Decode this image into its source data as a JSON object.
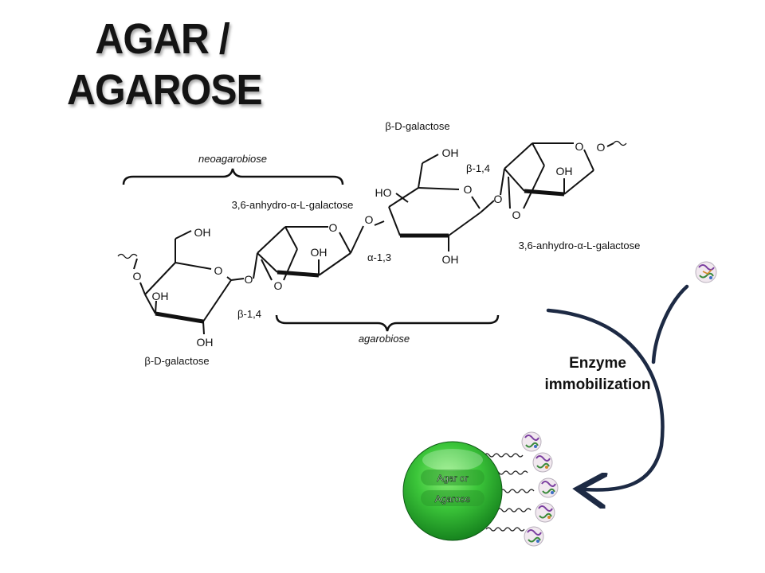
{
  "title": {
    "line1": "AGAR /",
    "line2": "AGAROSE"
  },
  "structure": {
    "neoagarobiose": "neoagarobiose",
    "agarobiose": "agarobiose",
    "unit_left_galactose": "β-D-galactose",
    "unit_anhydro_1": "3,6-anhydro-α-L-galactose",
    "unit_top_galactose": "β-D-galactose",
    "unit_anhydro_2": "3,6-anhydro-α-L-galactose",
    "bond_beta14_left": "β-1,4",
    "bond_alpha13": "α-1,3",
    "bond_beta14_right": "β-1,4",
    "atoms": {
      "oxygen": "O",
      "hydroxyl": "OH",
      "hydroxyl_left": "HO"
    }
  },
  "process": {
    "label_line1": "Enzyme",
    "label_line2": "immobilization",
    "bead_line1": "Agar or",
    "bead_line2": "Agarose",
    "arrow_color": "#1d2a44",
    "bead_color": "#2db82d"
  }
}
